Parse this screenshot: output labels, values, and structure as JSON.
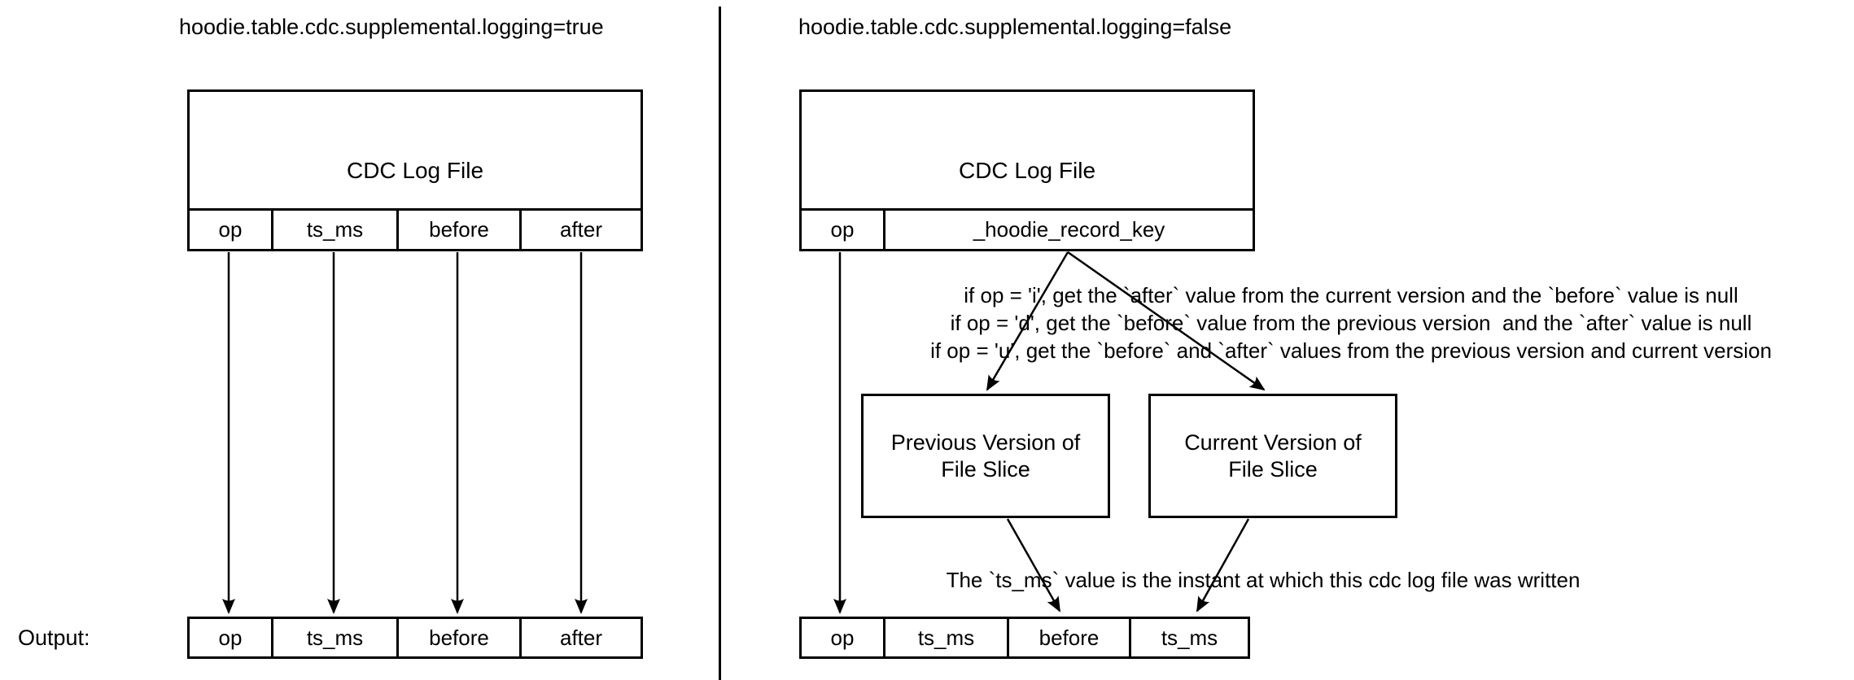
{
  "left_panel": {
    "title": "hoodie.table.cdc.supplemental.logging=true",
    "log_file": {
      "label": "CDC Log File",
      "columns": [
        "op",
        "ts_ms",
        "before",
        "after"
      ]
    },
    "output_label": "Output:",
    "output_columns": [
      "op",
      "ts_ms",
      "before",
      "after"
    ]
  },
  "right_panel": {
    "title": "hoodie.table.cdc.supplemental.logging=false",
    "log_file": {
      "label": "CDC Log File",
      "columns": [
        "op",
        "_hoodie_record_key"
      ]
    },
    "rules": [
      "if op = 'i', get the `after` value from the current version and the `before` value is null",
      "if op = 'd', get the `before` value from the previous version  and the `after` value is null",
      "if op = 'u', get the `before` and `after` values from the previous version and current version"
    ],
    "previous_box": {
      "line1": "Previous Version of",
      "line2": "File Slice"
    },
    "current_box": {
      "line1": "Current Version of",
      "line2": "File Slice"
    },
    "ts_note": "The `ts_ms` value is the instant at which this cdc log file was written",
    "output_columns": [
      "op",
      "ts_ms",
      "before",
      "ts_ms"
    ]
  },
  "colors": {
    "line": "#000000",
    "text": "#000000",
    "background": "#ffffff"
  }
}
